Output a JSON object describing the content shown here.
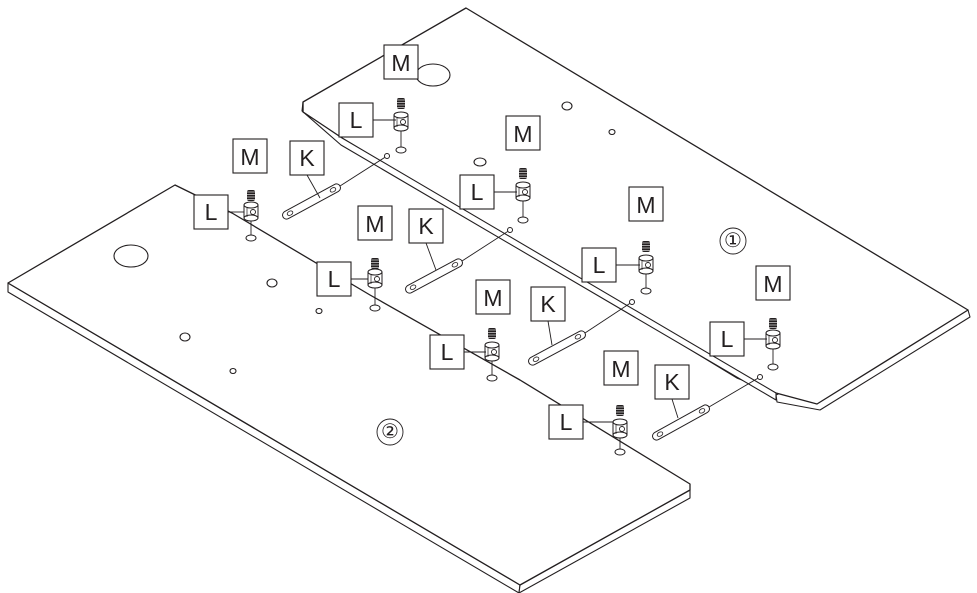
{
  "parts": {
    "k": "K",
    "l": "L",
    "m": "M"
  },
  "panels": {
    "panel_1": "①",
    "panel_2": "②"
  }
}
